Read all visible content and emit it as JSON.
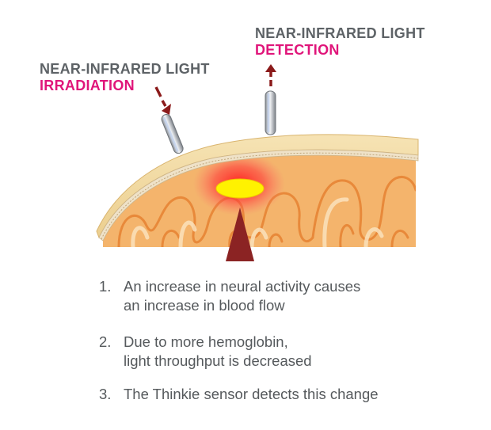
{
  "irradiation_label": {
    "line1": "NEAR-INFRARED LIGHT",
    "line2": "IRRADIATION"
  },
  "detection_label": {
    "line1": "NEAR-INFRARED LIGHT",
    "line2": "DETECTION"
  },
  "steps": [
    {
      "number": "1.",
      "line1": "An increase in neural activity causes",
      "line2": "an increase in blood flow"
    },
    {
      "number": "2.",
      "line1": "Due to more hemoglobin,",
      "line2": "light throughput is decreased"
    },
    {
      "number": "3.",
      "line1": "The Thinkie sensor detects this change"
    }
  ],
  "colors": {
    "label_gray": "#5d6266",
    "label_pink": "#e0157a",
    "arrow": "#8b1a1a",
    "skin": "#f2d9a0",
    "brain_tissue": "#f1a95c",
    "activation_glow": "#ff2a2a",
    "blood_spot": "#fff200"
  }
}
